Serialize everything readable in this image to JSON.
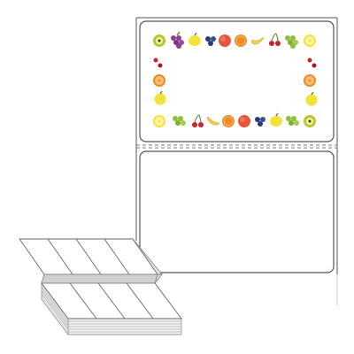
{
  "product": {
    "label_count_top_sheet": 2,
    "fanfold_stack_columns": 4,
    "border_theme": "fruit",
    "top_row_fruits": [
      "kiwi-icon",
      "grapes-icon",
      "lemon-icon",
      "blueberries-icon",
      "peach-icon",
      "orange-icon",
      "banana-icon",
      "cherries-icon",
      "lemon-slice-icon"
    ],
    "bottom_row_fruits": [
      "lemon-icon",
      "grapes-icon",
      "cherries-icon",
      "banana-icon",
      "orange-icon",
      "peach-icon",
      "blueberries-icon",
      "lemon-icon",
      "kiwi-icon"
    ]
  },
  "colors": {
    "outline": "#555555",
    "perforation": "#777777",
    "kiwi": "#b8c833",
    "grapes": "#8a3e8f",
    "lemon": "#f2e23a",
    "blueberry": "#2c3a7a",
    "peach": "#e8553d",
    "orange": "#f08a24",
    "banana": "#f3d24a",
    "cherry": "#c8222c",
    "green_grapes": "#8fbf3a"
  }
}
